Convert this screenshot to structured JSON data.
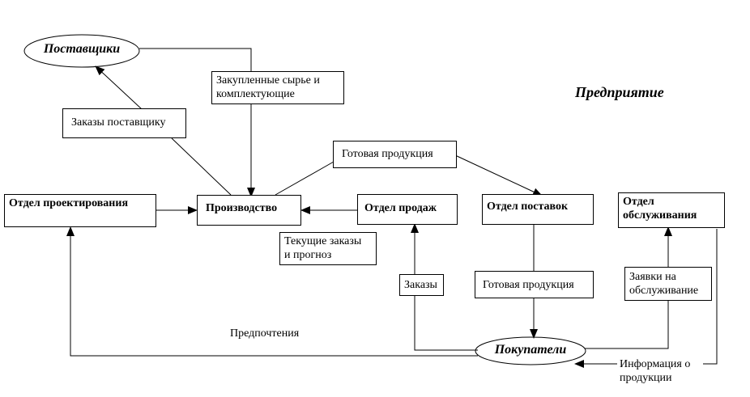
{
  "title": "Предприятие",
  "entities": {
    "suppliers": "Поставщики",
    "customers": "Покупатели"
  },
  "departments": {
    "design": "Отдел проектирования",
    "production": "Производство",
    "sales": "Отдел продаж",
    "delivery": "Отдел поставок",
    "service_line1": "Отдел",
    "service_line2": "обслуживания"
  },
  "flows": {
    "supplier_orders": "Заказы поставщику",
    "purchased_materials_line1": "Закупленные сырье и",
    "purchased_materials_line2": "комплектующие",
    "finished_goods_top": "Готовая продукция",
    "current_orders_line1": "Текущие заказы",
    "current_orders_line2": "и прогноз",
    "orders": "Заказы",
    "finished_goods_bottom": "Готовая продукция",
    "service_requests_line1": "Заявки на",
    "service_requests_line2": "обслуживание",
    "preferences": "Предпочтения",
    "product_info_line1": "Информация о",
    "product_info_line2": "продукции"
  }
}
